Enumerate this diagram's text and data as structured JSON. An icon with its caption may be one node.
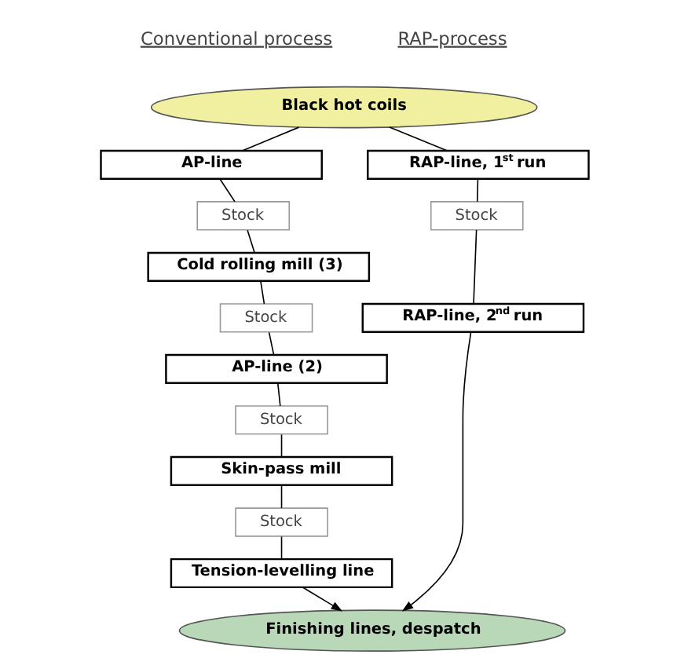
{
  "diagram": {
    "nodes": [
      {
        "text": [
          "Black hot coils"
        ]
      },
      {
        "text": [
          "AP-line"
        ]
      },
      {
        "text": [
          "Stock"
        ]
      },
      {
        "text": [
          "Cold rolling mill (3)"
        ]
      },
      {
        "text": [
          "Stock"
        ]
      },
      {
        "text": [
          "AP-line (2)"
        ]
      },
      {
        "text": [
          "Stock"
        ]
      },
      {
        "text": [
          "Skin-pass mill"
        ]
      },
      {
        "text": [
          "Stock"
        ]
      },
      {
        "text": [
          "Tension-levelling line"
        ]
      },
      {
        "text": [
          "RAP-line, 1$^{st}$ run"
        ]
      },
      {
        "text": [
          "Stock"
        ]
      },
      {
        "text": [
          "RAP-line, 2$^{nd}$ run"
        ]
      },
      {
        "text": [
          "Finishing lines, despatch"
        ]
      }
    ],
    "edges": [
      {
        "from": 0,
        "to": 1,
        "arrow": "none"
      },
      {
        "from": 1,
        "to": 2,
        "arrow": "none"
      },
      {
        "from": 2,
        "to": 3,
        "arrow": "none"
      },
      {
        "from": 3,
        "to": 4,
        "arrow": "none"
      },
      {
        "from": 4,
        "to": 5,
        "arrow": "none"
      },
      {
        "from": 5,
        "to": 6,
        "arrow": "none"
      },
      {
        "from": 6,
        "to": 7,
        "arrow": "none"
      },
      {
        "from": 7,
        "to": 8,
        "arrow": "none"
      },
      {
        "from": 8,
        "to": 9,
        "arrow": "none"
      },
      {
        "from": 9,
        "to": 13,
        "arrow": "to"
      },
      {
        "from": 0,
        "to": 10,
        "arrow": "none"
      },
      {
        "from": 10,
        "to": 11,
        "arrow": "none"
      },
      {
        "from": 11,
        "to": 12,
        "arrow": "none"
      },
      {
        "from": 12,
        "to": 13,
        "arrow": "to"
      }
    ],
    "labels": [
      "Conventional process",
      "RAP-process"
    ]
  }
}
